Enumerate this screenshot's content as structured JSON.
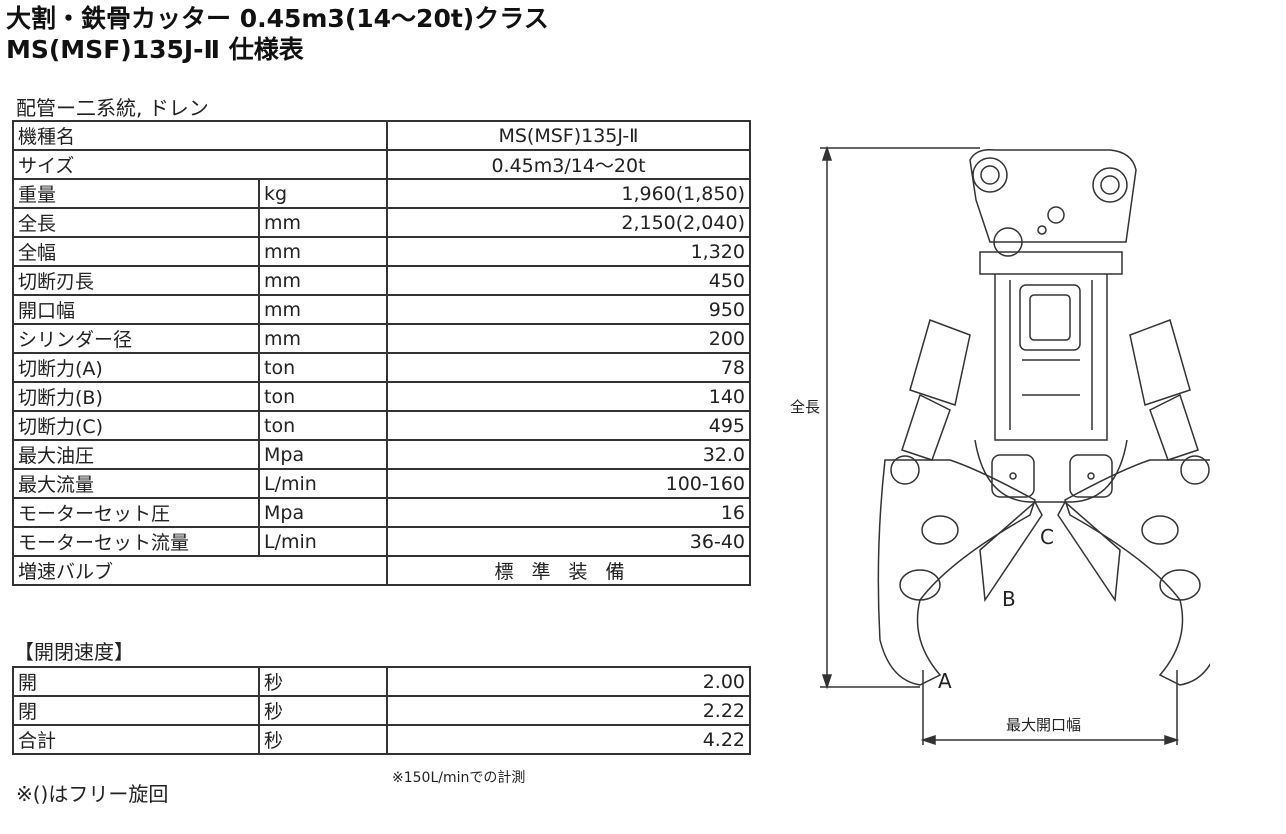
{
  "title": {
    "line1": "大割・鉄骨カッター 0.45m3(14〜20t)クラス",
    "line2": "MS(MSF)135J-Ⅱ 仕様表"
  },
  "piping_caption": "配管ー二系統, ドレン",
  "spec_table": {
    "header_rows": [
      {
        "label": "機種名",
        "value": "MS(MSF)135J-Ⅱ"
      },
      {
        "label": "サイズ",
        "value": "0.45m3/14〜20t"
      }
    ],
    "rows": [
      {
        "label": "重量",
        "unit": "kg",
        "value": "1,960(1,850)"
      },
      {
        "label": "全長",
        "unit": "mm",
        "value": "2,150(2,040)"
      },
      {
        "label": "全幅",
        "unit": "mm",
        "value": "1,320"
      },
      {
        "label": "切断刃長",
        "unit": "mm",
        "value": "450"
      },
      {
        "label": "開口幅",
        "unit": "mm",
        "value": "950"
      },
      {
        "label": "シリンダー径",
        "unit": "mm",
        "value": "200"
      },
      {
        "label": "切断力(A)",
        "unit": "ton",
        "value": "78"
      },
      {
        "label": "切断力(B)",
        "unit": "ton",
        "value": "140"
      },
      {
        "label": "切断力(C)",
        "unit": "ton",
        "value": "495"
      },
      {
        "label": "最大油圧",
        "unit": "Mpa",
        "value": "32.0"
      },
      {
        "label": "最大流量",
        "unit": "L/min",
        "value": "100-160"
      },
      {
        "label": "モーターセット圧",
        "unit": "Mpa",
        "value": "16"
      },
      {
        "label": "モーターセット流量",
        "unit": "L/min",
        "value": "36-40"
      }
    ],
    "valve_row": {
      "label": "増速バルブ",
      "value": "標準装備"
    }
  },
  "speed_section": {
    "caption": "【開閉速度】",
    "rows": [
      {
        "label": "開",
        "unit": "秒",
        "value": "2.00"
      },
      {
        "label": "閉",
        "unit": "秒",
        "value": "2.22"
      },
      {
        "label": "合計",
        "unit": "秒",
        "value": "4.22"
      }
    ]
  },
  "notes": {
    "free_rotation": "※()はフリー旋回",
    "measurement": "※150L/minでの計測"
  },
  "diagram": {
    "length_label": "全長",
    "opening_label": "最大開口幅",
    "point_a": "A",
    "point_b": "B",
    "point_c": "C"
  }
}
